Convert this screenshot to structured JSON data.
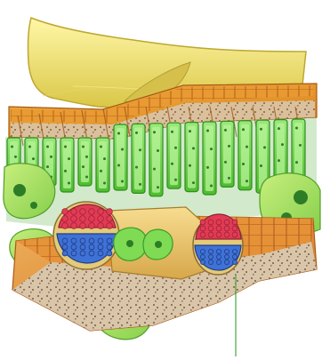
{
  "diagram": {
    "subject": "leaf-cross-section",
    "layers": [
      "cuticle",
      "upper-epidermis",
      "palisade-mesophyll",
      "spongy-mesophyll",
      "vascular-bundle",
      "lower-epidermis",
      "stomata"
    ],
    "colors": {
      "cuticle": "#f2e46a",
      "epidermis": "#e8962a",
      "epidermis_dark": "#b2621a",
      "palisade": "#6fcf3e",
      "palisade_dark": "#2f8d1d",
      "spongy": "#a7de5c",
      "xylem": "#e23b55",
      "phloem": "#3f72d6",
      "bundle_sheath": "#f4d16a",
      "pointer_line": "#43a63f"
    }
  }
}
